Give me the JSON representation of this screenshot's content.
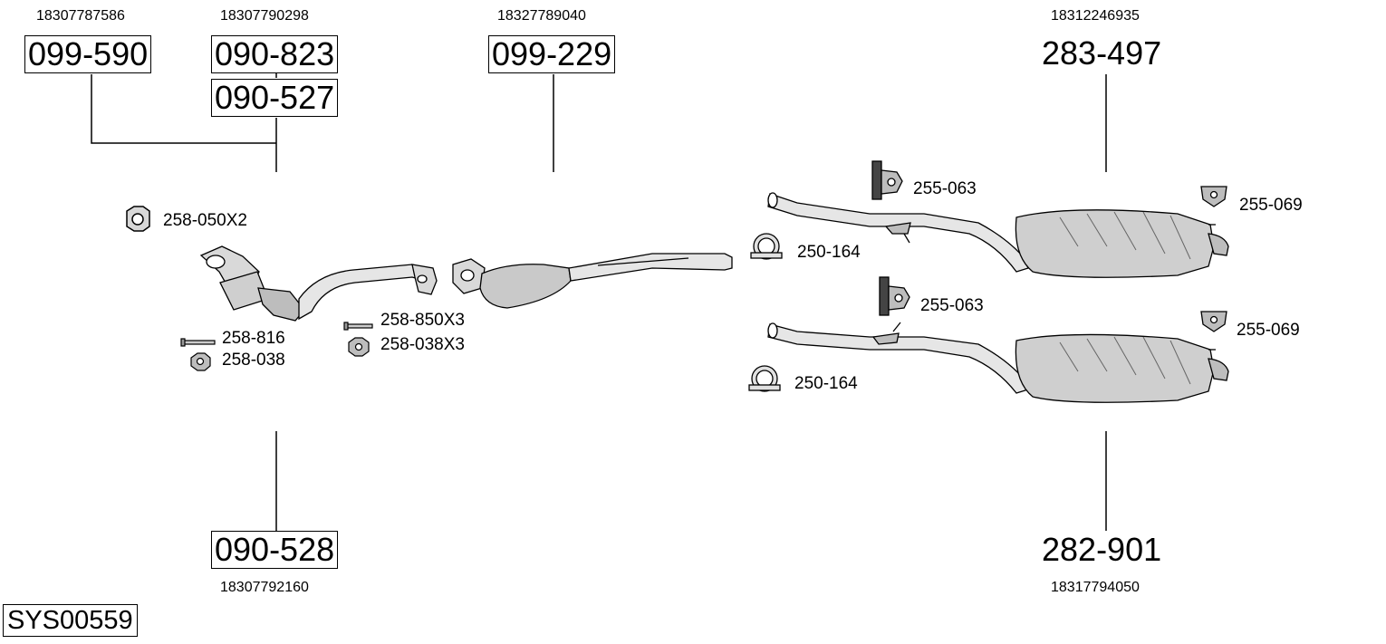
{
  "diagram_id": "SYS00559",
  "parts": {
    "p099_590": {
      "number": "099-590",
      "oe": "18307787586"
    },
    "p090_823": {
      "number": "090-823",
      "oe": "18307790298"
    },
    "p090_527": {
      "number": "090-527"
    },
    "p099_229": {
      "number": "099-229",
      "oe": "18327789040"
    },
    "p283_497": {
      "number": "283-497",
      "oe": "18312246935"
    },
    "p090_528": {
      "number": "090-528",
      "oe": "18307792160"
    },
    "p282_901": {
      "number": "282-901",
      "oe": "18317794050"
    }
  },
  "fittings": {
    "nut_large": "258-050X2",
    "bolt_left": "258-816",
    "nut_left": "258-038",
    "bolt_mid": "258-850X3",
    "nut_mid": "258-038X3",
    "hanger_top": "255-063",
    "clamp_top": "250-164",
    "bracket_top_right": "255-069",
    "hanger_bottom": "255-063",
    "clamp_bottom": "250-164",
    "bracket_bottom_right": "255-069"
  }
}
